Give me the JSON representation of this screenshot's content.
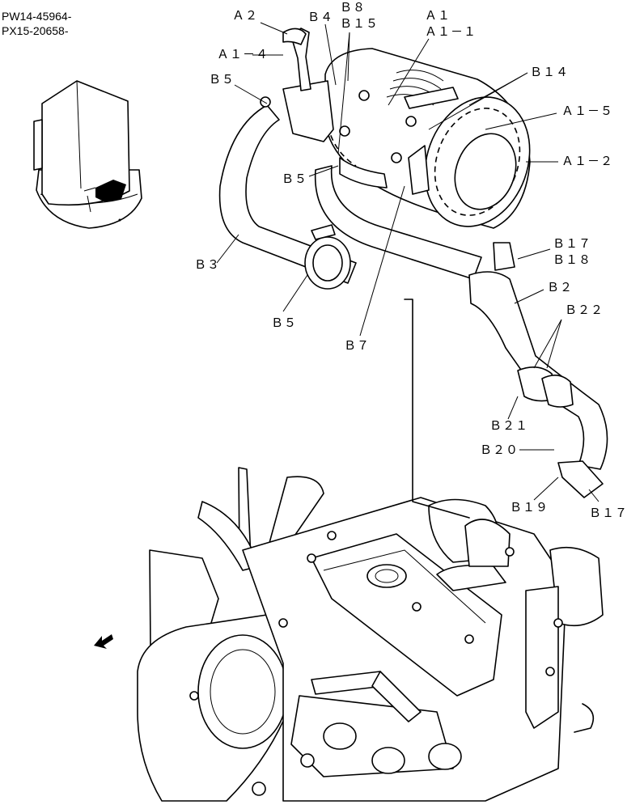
{
  "serials": [
    "PW14-45964-",
    "PX15-20658-"
  ],
  "labels": {
    "A2": "Ａ２",
    "A1_4": "Ａ１－４",
    "B4": "Ｂ４",
    "B8": "Ｂ８",
    "B15": "Ｂ１５",
    "A1": "Ａ１",
    "A1_1": "Ａ１－１",
    "B5_top": "Ｂ５",
    "B14": "Ｂ１４",
    "A1_5": "Ａ１－５",
    "B5_mid": "Ｂ５",
    "A1_2": "Ａ１－２",
    "B17_top": "Ｂ１７",
    "B18": "Ｂ１８",
    "B3": "Ｂ３",
    "B2": "Ｂ２",
    "B22": "Ｂ２２",
    "B5_bottom": "Ｂ５",
    "B7": "Ｂ７",
    "B21": "Ｂ２１",
    "B20": "Ｂ２０",
    "B19": "Ｂ１９",
    "B17_bottom": "Ｂ１７"
  },
  "icons": {
    "locator": "machine-locator-icon",
    "direction": "front-direction-arrow-icon"
  }
}
